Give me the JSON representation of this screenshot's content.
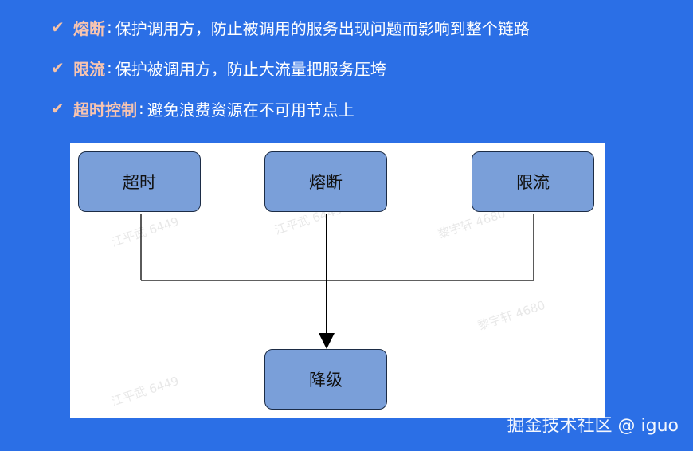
{
  "bullets": [
    {
      "check": "✔",
      "term": "熔断",
      "desc": "保护调用方，防止被调用的服务出现问题而影响到整个链路"
    },
    {
      "check": "✔",
      "term": "限流",
      "desc": "保护被调用方，防止大流量把服务压垮"
    },
    {
      "check": "✔",
      "term": "超时控制",
      "desc": "避免浪费资源在不可用节点上"
    }
  ],
  "separator": ":",
  "diagram": {
    "nodes": {
      "timeout": "超时",
      "breaker": "熔断",
      "limit": "限流",
      "degrade": "降级"
    }
  },
  "watermarks": [
    "江平武 6449",
    "江平武 6449",
    "黎宇轩 4680",
    "江平武 6449",
    "黎宇轩 4680"
  ],
  "footer": "掘金技术社区 @ iguo",
  "colors": {
    "background": "#2b6fe6",
    "node_fill": "#7a9fd9",
    "term_color": "#f7c4b0"
  }
}
